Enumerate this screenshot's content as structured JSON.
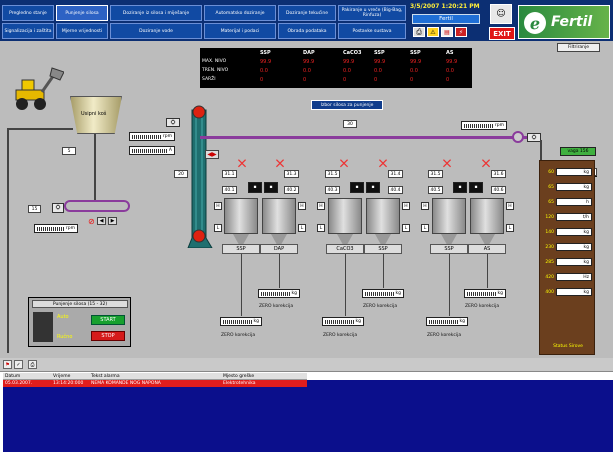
{
  "nav": {
    "row1": [
      "Pregledno stanje",
      "Punjenje silosa",
      "Doziranje iz silosa i miješanje",
      "Automatsko doziranje",
      "Doziranje tekućine",
      "Pakiranje u vreće (Big-Bag, Rinfuza)"
    ],
    "row2": [
      "Signalizacija i zaštita",
      "Mjerne vrijednosti",
      "Doziranje vode",
      "Materijal i podaci",
      "Obrada podataka",
      "Postavke sustava"
    ],
    "datetime": "3/5/2007 1:20:21 PM",
    "user": "Fertil",
    "exit_label": "EXIT",
    "brand": "Fertil",
    "filter_label": "Filtriranje"
  },
  "summary": {
    "headers": [
      "SSP",
      "DAP",
      "CaCO3",
      "SSP",
      "SSP",
      "AS"
    ],
    "rows": [
      {
        "label": "MAX. NIVO",
        "values": [
          "99.9",
          "99.9",
          "99.9",
          "99.9",
          "99.9",
          "99.9"
        ]
      },
      {
        "label": "TREN. NIVO",
        "values": [
          "0.0",
          "0.0",
          "0.0",
          "0.0",
          "0.0",
          "0.0"
        ]
      },
      {
        "label": "SARŽI",
        "values": [
          "0",
          "0",
          "0",
          "0",
          "0",
          "0"
        ]
      }
    ]
  },
  "process": {
    "silo_select_label": "Izbor silosa za punjenje",
    "prihvat_label": "Usipni koš",
    "bunker_num": "5",
    "unit_rpm": "rpm",
    "unit_a": "A",
    "unit_kg": "kg",
    "elevator_num": "20",
    "conveyor_num": "30",
    "feeder_num": "15",
    "belt_num": "155",
    "scale_label": "vaga 156",
    "valve_codes": [
      "31.1",
      "31.3",
      "31.5",
      "31.4",
      "31.5",
      "31.6"
    ],
    "gate_codes": [
      "40.1",
      "40.2",
      "40.3",
      "40.4",
      "40.5",
      "40.6"
    ],
    "level_h": "H",
    "level_l": "L",
    "silos": [
      "SSP",
      "DAP",
      "CaCO3",
      "SSP",
      "SSP",
      "AS"
    ],
    "zero_label": "ZERO korekcija"
  },
  "panel": {
    "title": "Punjenje silosa (15 - 32)",
    "auto_label": "Auto",
    "manual_label": "Ručno",
    "start_label": "START",
    "stop_label": "STOP"
  },
  "status": {
    "title": "Status Sirove",
    "rows": [
      {
        "label": "60",
        "unit": "kg"
      },
      {
        "label": "65",
        "unit": "kg"
      },
      {
        "label": "65",
        "unit": "h"
      },
      {
        "label": "120",
        "unit": "t/h"
      },
      {
        "label": "140",
        "unit": "kg"
      },
      {
        "label": "230",
        "unit": "kg"
      },
      {
        "label": "285",
        "unit": "kg"
      },
      {
        "label": "420",
        "unit": "Hz"
      },
      {
        "label": "400",
        "unit": "kg"
      }
    ]
  },
  "events": {
    "headers": [
      "Datum",
      "Vrijeme",
      "Tekst alarma",
      "Mjesto greške"
    ],
    "row": {
      "date": "05.03.2007.",
      "time": "13:14:20:000",
      "text": "NEMA KOMANDE NOG NAPONA",
      "place": "Elektrotehnika"
    }
  }
}
